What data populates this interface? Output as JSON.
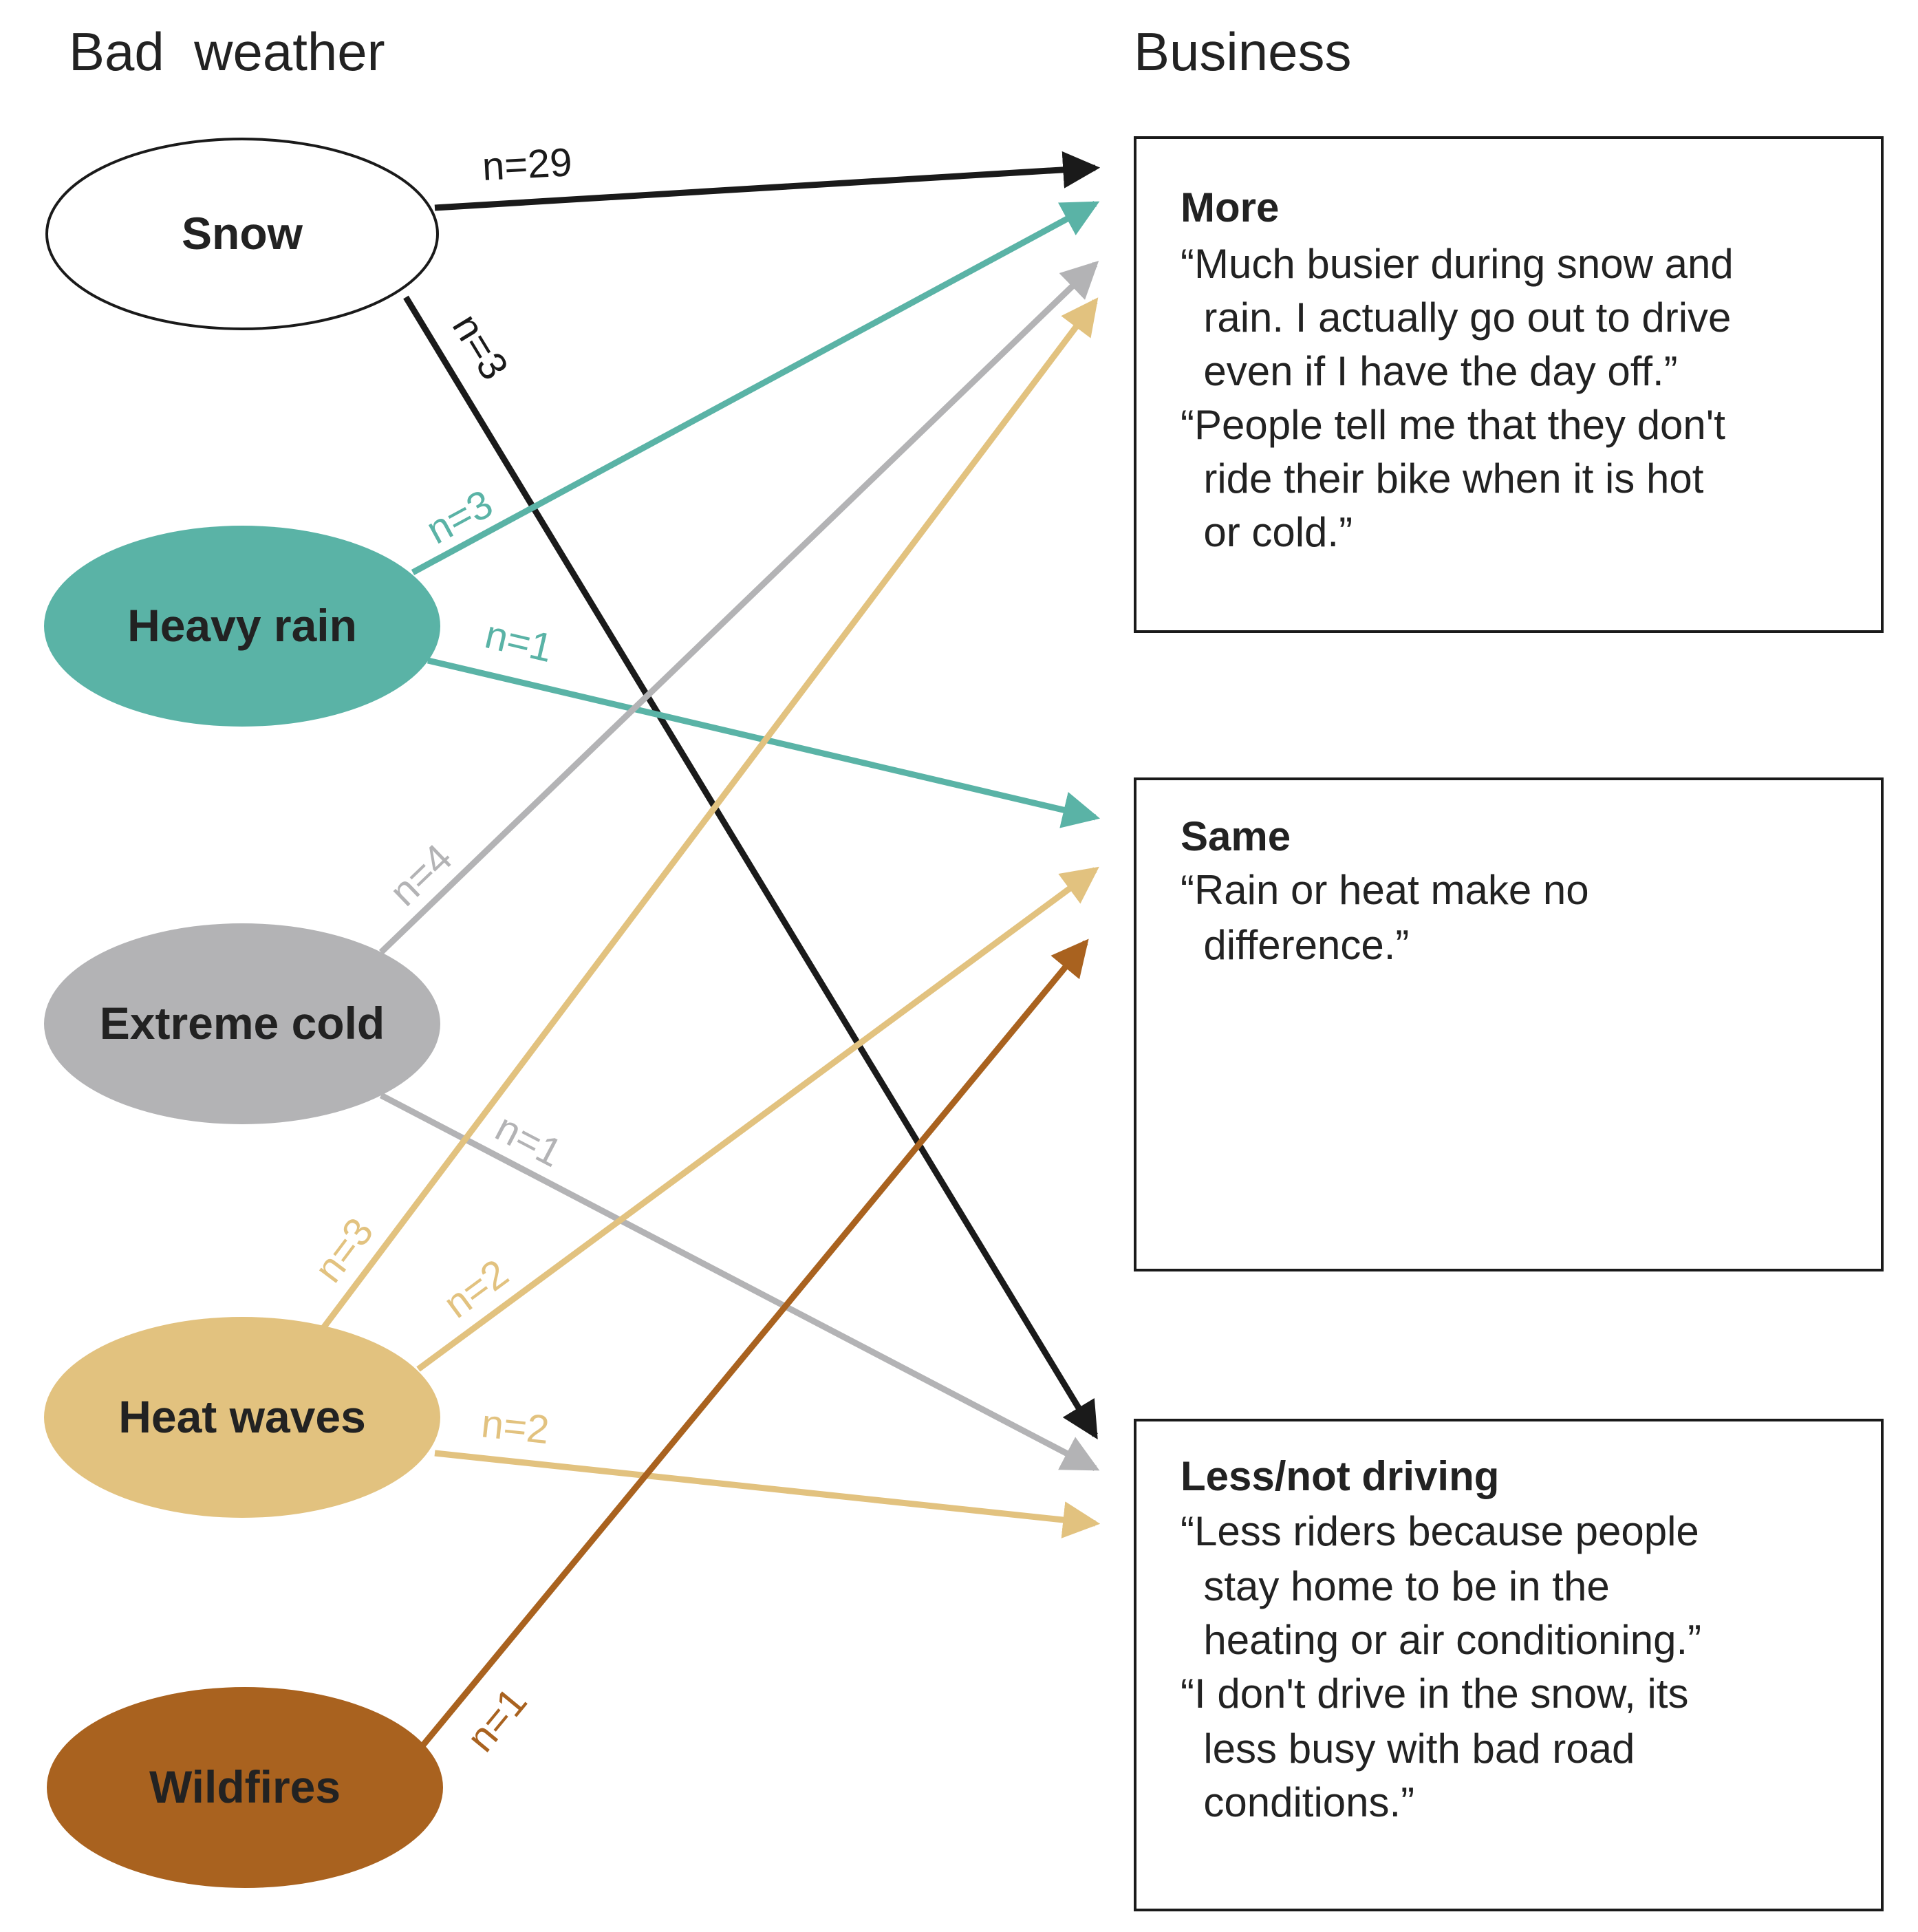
{
  "headings": {
    "left": "Bad  weather",
    "right": "Business"
  },
  "colors": {
    "snow_fill": "#ffffff",
    "snow_arrow": "#1a1a1a",
    "heavy_rain": "#5ab3a6",
    "extreme_cold": "#b3b3b5",
    "heat_waves": "#e2c27f",
    "wildfires": "#a9621f",
    "outline": "#1a1a1a"
  },
  "nodes": [
    {
      "id": "snow",
      "label": "Snow"
    },
    {
      "id": "heavy_rain",
      "label": "Heavy rain"
    },
    {
      "id": "extreme_cold",
      "label": "Extreme cold"
    },
    {
      "id": "heat_waves",
      "label": "Heat waves"
    },
    {
      "id": "wildfires",
      "label": "Wildfires"
    }
  ],
  "boxes": [
    {
      "id": "more",
      "title": "More",
      "quotes": [
        "“Much busier during snow and",
        "  rain. I actually go out to drive",
        "  even if I have the day off.”",
        "“People tell me that they don't",
        "  ride their bike when it is hot",
        "  or cold.”"
      ]
    },
    {
      "id": "same",
      "title": "Same",
      "quotes": [
        "“Rain or heat make no",
        "  difference.”"
      ]
    },
    {
      "id": "less",
      "title": "Less/not driving",
      "quotes": [
        "“Less riders because people",
        "  stay home to be in the",
        "  heating or air conditioning.”",
        "“I don't drive in the snow, its",
        "  less busy with bad road",
        "  conditions.”"
      ]
    }
  ],
  "edges": [
    {
      "from": "snow",
      "to": "more",
      "label": "n=29",
      "count": 29
    },
    {
      "from": "snow",
      "to": "less",
      "label": "n=3",
      "count": 3
    },
    {
      "from": "heavy_rain",
      "to": "more",
      "label": "n=3",
      "count": 3
    },
    {
      "from": "heavy_rain",
      "to": "same",
      "label": "n=1",
      "count": 1
    },
    {
      "from": "extreme_cold",
      "to": "more",
      "label": "n=4",
      "count": 4
    },
    {
      "from": "extreme_cold",
      "to": "less",
      "label": "n=1",
      "count": 1
    },
    {
      "from": "heat_waves",
      "to": "more",
      "label": "n=3",
      "count": 3
    },
    {
      "from": "heat_waves",
      "to": "same",
      "label": "n=2",
      "count": 2
    },
    {
      "from": "heat_waves",
      "to": "less",
      "label": "n=2",
      "count": 2
    },
    {
      "from": "wildfires",
      "to": "same",
      "label": "n=1",
      "count": 1
    }
  ]
}
